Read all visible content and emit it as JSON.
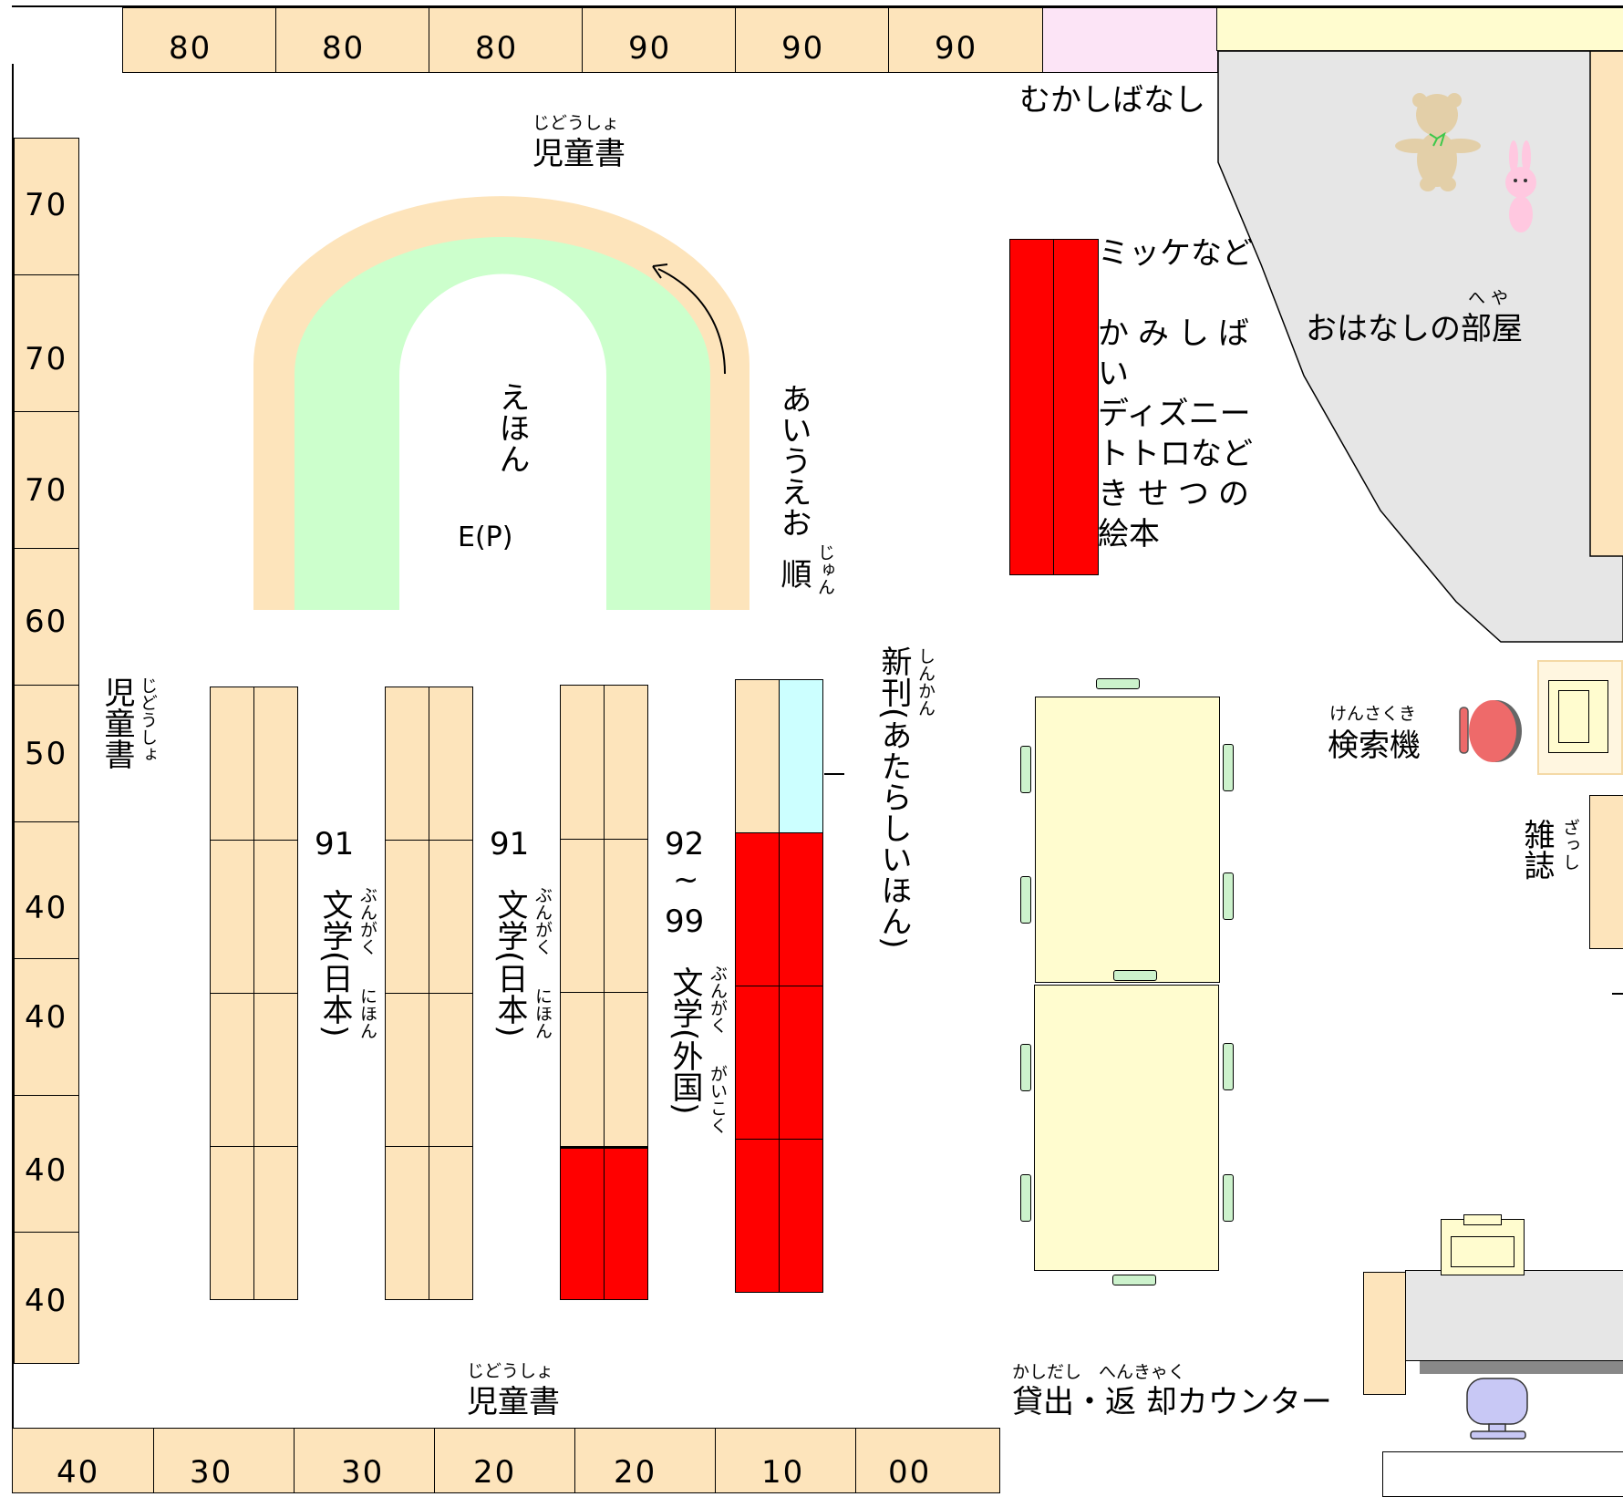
{
  "top_shelves": [
    "80",
    "80",
    "80",
    "90",
    "90",
    "90"
  ],
  "left_shelves": [
    "70",
    "70",
    "70",
    "60",
    "50",
    "40",
    "40",
    "40",
    "40"
  ],
  "bottom_shelves": [
    "40",
    "30",
    "30",
    "20",
    "20",
    "10",
    "00"
  ],
  "labels": {
    "mukashibanashi": "むかしばなし",
    "jidousho_top": "児童書",
    "jidousho_top_ruby": "じどうしょ",
    "jidousho_left": "児童書",
    "jidousho_left_ruby": "じどうしょ",
    "jidousho_bottom": "児童書",
    "jidousho_bottom_ruby": "じどうしょ",
    "ehon": "えほん",
    "ep": "E(P)",
    "aiueo": "あいうえお",
    "jun": "順",
    "jun_ruby": "じゅん",
    "bungaku_91_a_num": "91",
    "bungaku_91_a": "文学(日本)",
    "bungaku_91_a_ruby1": "ぶんがく",
    "bungaku_91_a_ruby2": "にほん",
    "bungaku_91_b_num": "91",
    "bungaku_91_b": "文学(日本)",
    "bungaku_91_b_ruby1": "ぶんがく",
    "bungaku_91_b_ruby2": "にほん",
    "bungaku_92_num_a": "92",
    "bungaku_92_tilde": "~",
    "bungaku_92_num_b": "99",
    "bungaku_92": "文学(外国)",
    "bungaku_92_ruby1": "ぶんがく",
    "bungaku_92_ruby2": "がいこく",
    "shinkan": "新刊(あたらしいほん)",
    "shinkan_ruby": "しんかん",
    "mikke": "ミッケなど",
    "kamishibai_1": "かみしば",
    "kamishibai_2": "い",
    "disney": "ディズニー",
    "totoro": "トトロなど",
    "kisetsu": "きせつの",
    "ehon2": "絵本",
    "ohanashi": "おはなしの部屋",
    "heya_ruby": "へ や",
    "kensakuki": "検索機",
    "kensakuki_ruby": "けんさくき",
    "zasshi": "雑誌",
    "zasshi_ruby": "ざっし",
    "counter": "貸出・返 却カウンター",
    "counter_ruby": "かしだし　へんきゃく"
  },
  "colors": {
    "shelf": "#fde4bb",
    "red_shelf": "#ff0000",
    "new_books": "#ccffff",
    "picture_book_area": "#ccffcc",
    "folktale": "#fce4f6",
    "story_room": "#e6e6e6",
    "table": "#fffccf"
  },
  "icons": [
    "teddy-bear-icon",
    "rabbit-icon",
    "search-terminal-chair-icon",
    "computer-monitor-icon",
    "office-chair-icon"
  ]
}
